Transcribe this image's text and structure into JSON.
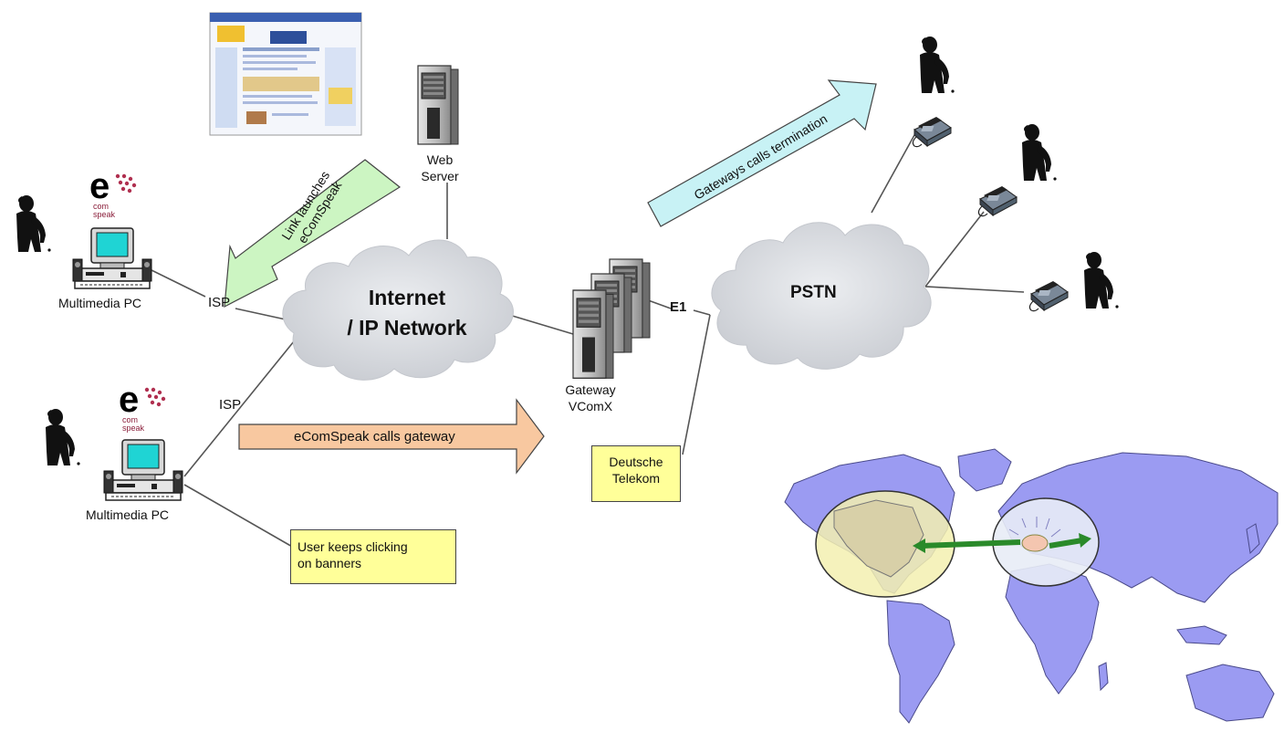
{
  "labels": {
    "internet": "Internet\n/ IP Network",
    "pstn": "PSTN",
    "web_server": "Web\nServer",
    "gateway": "Gateway\nVComX",
    "e1": "E1",
    "isp_top": "ISP",
    "isp_bottom": "ISP",
    "multimedia_pc_top": "Multimedia PC",
    "multimedia_pc_bottom": "Multimedia PC"
  },
  "arrows": {
    "link_launches": "Link launches\neComSpeak",
    "calls_gateway": "eComSpeak calls gateway",
    "termination": "Gateways calls termination"
  },
  "notes": {
    "deutsche_telekom": "Deutsche\nTelekom",
    "user_clicks": "User keeps clicking\non banners"
  },
  "brand": {
    "logo_letter": "e",
    "logo_text": "com speak"
  },
  "colors": {
    "cloud": "#d9dbe0",
    "arrow_green": "#ccf5c2",
    "arrow_orange": "#f8c8a0",
    "arrow_cyan": "#c8f2f5",
    "note_yellow": "#ffff99",
    "map_land": "#9b9bf2",
    "logo_dots": "#b03050"
  },
  "icons": [
    "web-page-screenshot-icon",
    "server-icon",
    "gateway-server-icon",
    "person-on-phone-icon",
    "telephone-icon",
    "multimedia-pc-icon",
    "world-map-icon"
  ]
}
